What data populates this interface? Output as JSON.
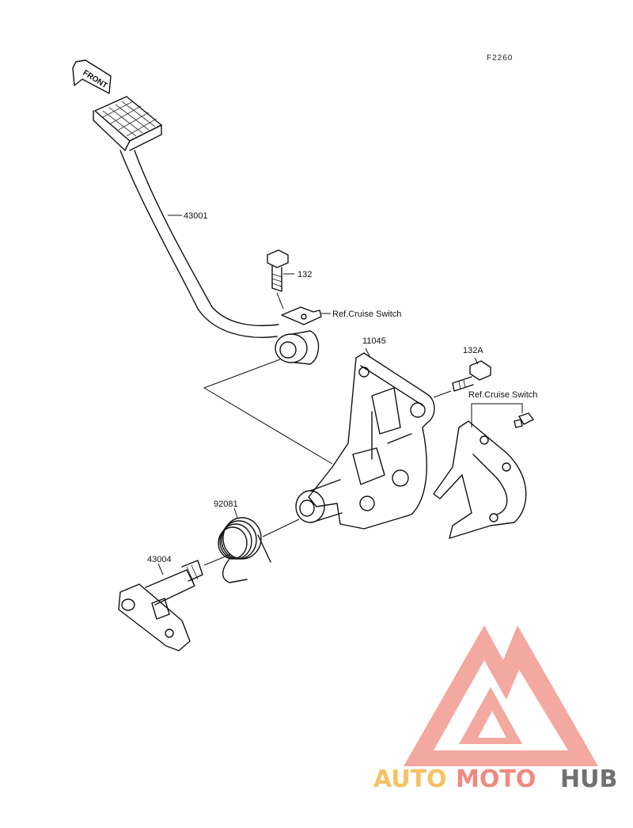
{
  "diagram": {
    "code": "F2260",
    "front_label": "FRONT",
    "labels": {
      "brake_pedal": "43001",
      "bolt_top": "132",
      "cruise_switch_top": "Ref.Cruise Switch",
      "bracket": "11045",
      "bolt_right": "132A",
      "cruise_switch_right": "Ref.Cruise Switch",
      "spring": "92081",
      "shaft": "43004"
    }
  },
  "watermark": {
    "brand_part1": "AUTO",
    "brand_part2": "MOTO",
    "brand_part3": "HUB",
    "colors": {
      "part1": "#f5c264",
      "part2": "#f08a80",
      "part3": "#707070",
      "logo": "#f29a90"
    }
  }
}
